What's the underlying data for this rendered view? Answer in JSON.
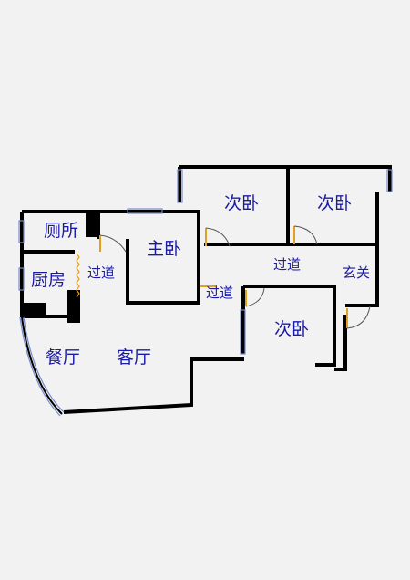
{
  "rooms": {
    "bedroom_top_left": "次卧",
    "bedroom_top_right": "次卧",
    "toilet": "厕所",
    "master_bedroom": "主卧",
    "kitchen": "厨房",
    "hallway_left": "过道",
    "hallway_right": "过道",
    "entrance": "玄关",
    "hallway_middle": "过道",
    "bedroom_bottom": "次卧",
    "dining_room": "餐厅",
    "living_room": "客厅"
  },
  "colors": {
    "wall": "#000000",
    "label": "#1a1aa8",
    "window": "#7a8cc8",
    "door": "#e0a020",
    "background": "#f2f2f2"
  }
}
